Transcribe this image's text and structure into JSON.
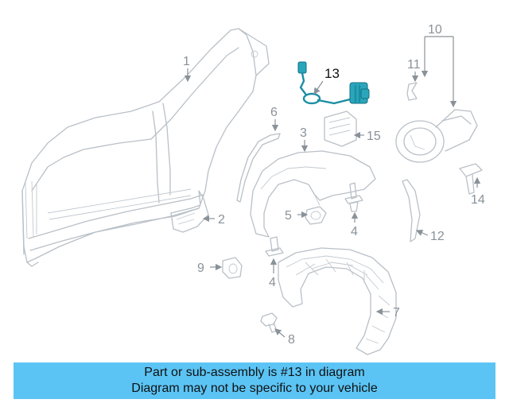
{
  "diagram": {
    "callouts": {
      "c1": "1",
      "c2": "2",
      "c3": "3",
      "c4a": "4",
      "c4b": "4",
      "c5": "5",
      "c6": "6",
      "c7": "7",
      "c8": "8",
      "c9": "9",
      "c10": "10",
      "c11": "11",
      "c12": "12",
      "c13": "13",
      "c14": "14",
      "c15": "15"
    },
    "highlighted_part": "13",
    "colors": {
      "highlight": "#2aa6bb",
      "linework": "#b9c0c7",
      "banner": "#5bc4f5"
    }
  },
  "banner": {
    "line1": "Part or sub-assembly is #13 in diagram",
    "line2": "Diagram may not be specific to your vehicle"
  }
}
